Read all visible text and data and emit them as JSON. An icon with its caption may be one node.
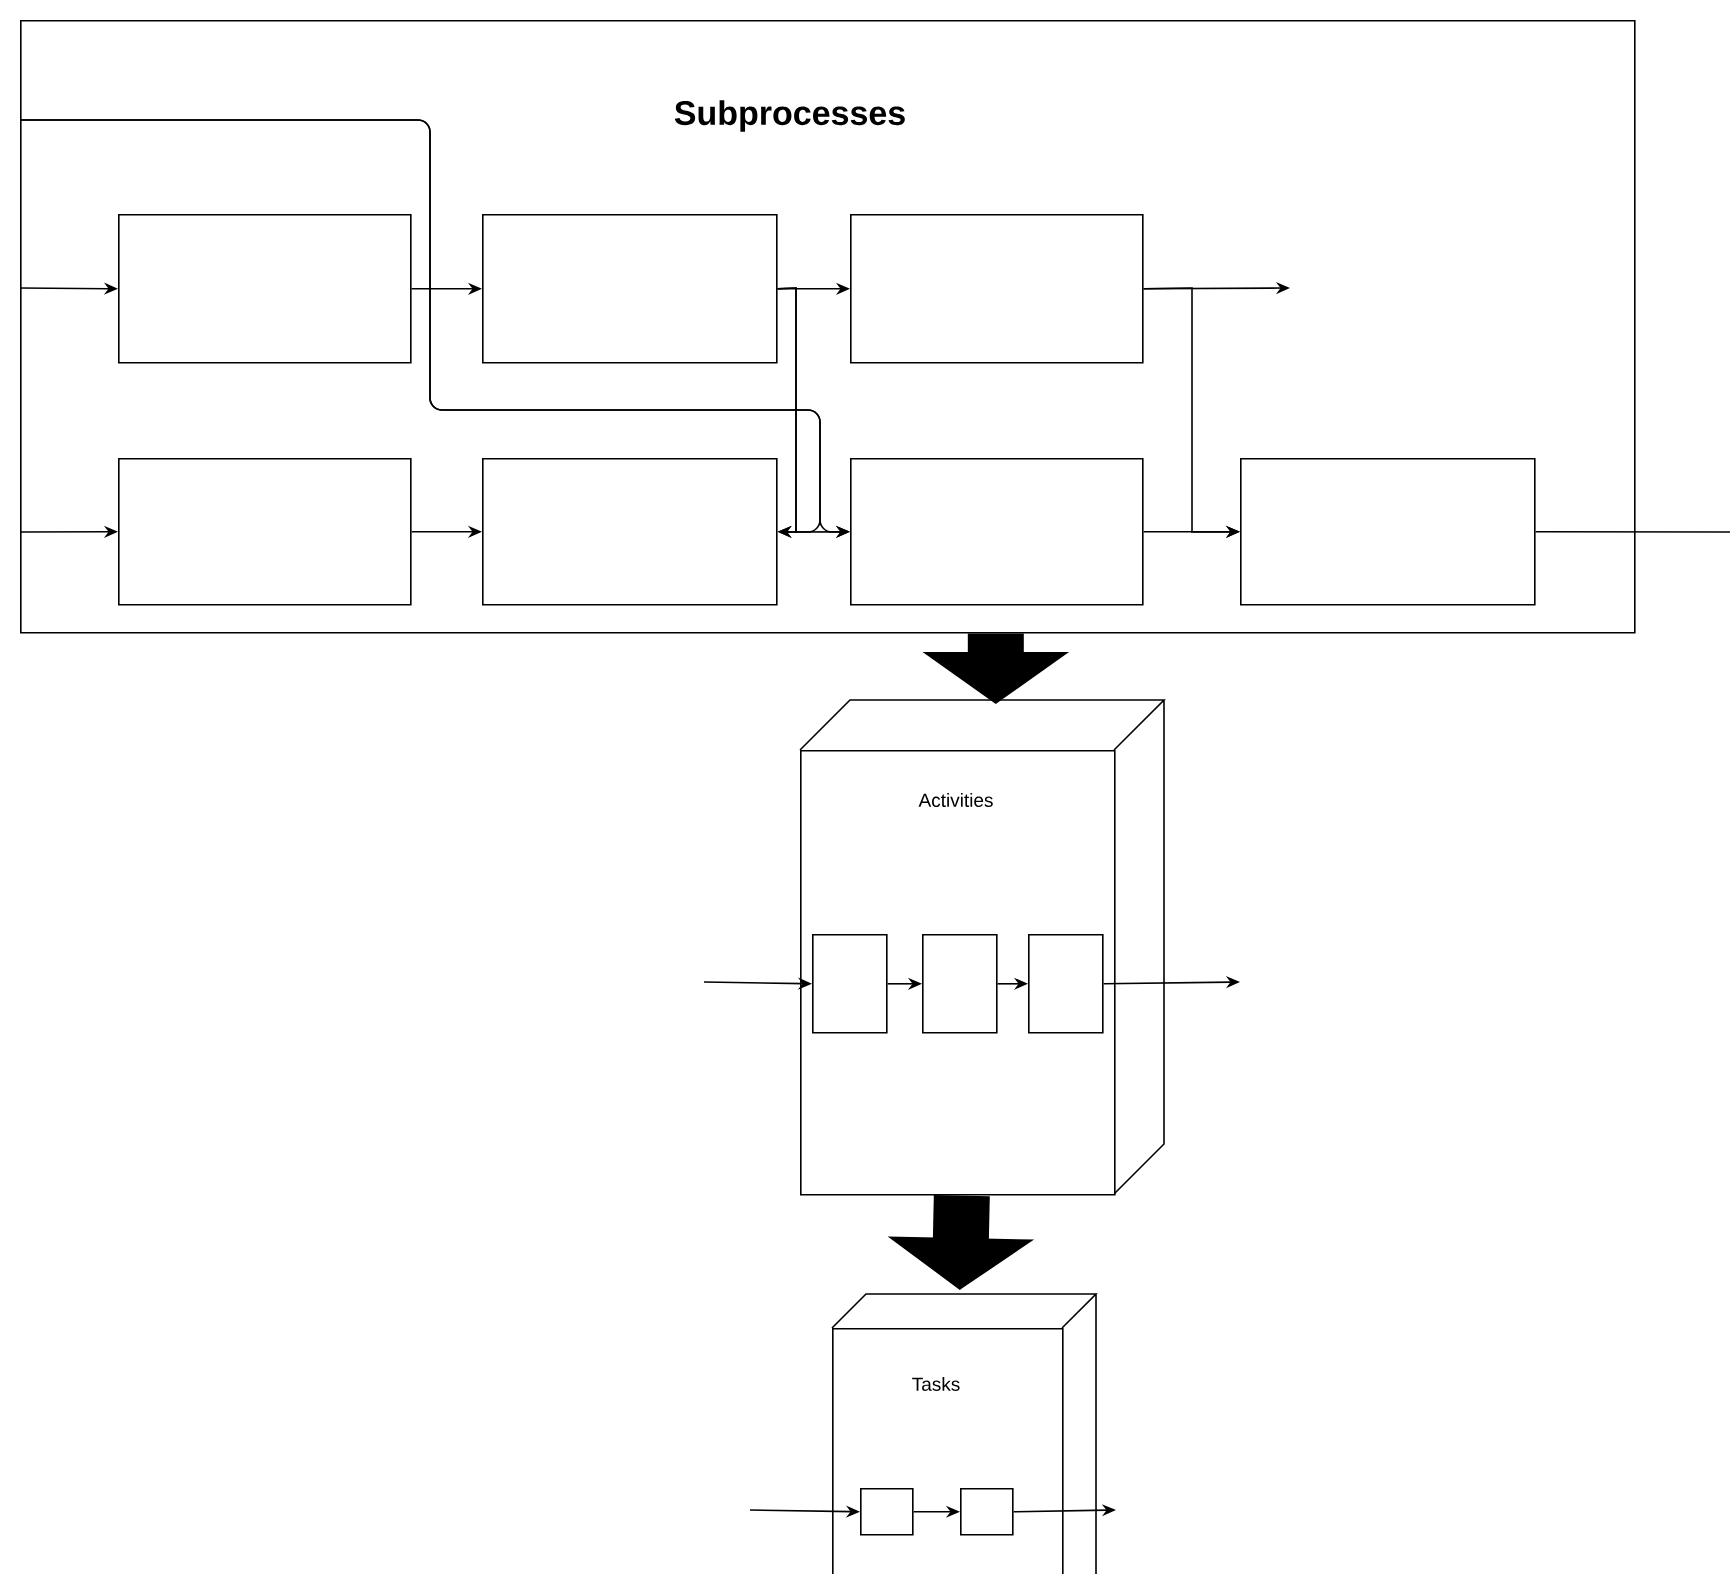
{
  "diagram": {
    "nodes": [
      {
        "text": [
          "Subprocesses"
        ]
      },
      {
        "text": [],
        "shape": "box",
        "in": 0
      },
      {
        "text": [],
        "shape": "box",
        "in": 0
      },
      {
        "text": [],
        "shape": "box",
        "in": 0
      },
      {
        "text": [],
        "shape": "box",
        "in": 0
      },
      {
        "text": [],
        "shape": "box",
        "in": 0
      },
      {
        "text": [],
        "shape": "box",
        "in": 0
      },
      {
        "text": [],
        "shape": "box",
        "in": 0
      },
      {
        "text": [
          "Activities"
        ]
      },
      {
        "text": [],
        "shape": "box",
        "in": 8
      },
      {
        "text": [],
        "shape": "box",
        "in": 8
      },
      {
        "text": [],
        "shape": "box",
        "in": 8
      },
      {
        "text": [
          "Tasks"
        ]
      },
      {
        "text": [],
        "shape": "box",
        "in": 12
      },
      {
        "text": [],
        "shape": "box",
        "in": 12
      }
    ],
    "edges": [
      {
        "from": null,
        "to": 1,
        "arrow": "to"
      },
      {
        "from": 1,
        "to": 2,
        "arrow": "to"
      },
      {
        "from": 2,
        "to": 3,
        "arrow": "to"
      },
      {
        "from": 3,
        "to": null,
        "arrow": "to"
      },
      {
        "from": null,
        "to": 4,
        "arrow": "to"
      },
      {
        "from": 4,
        "to": 5,
        "arrow": "to"
      },
      {
        "from": 2,
        "to": 5,
        "arrow": "to"
      },
      {
        "from": 2,
        "to": 6,
        "arrow": "to"
      },
      {
        "from": null,
        "to": 5,
        "arrow": "to"
      },
      {
        "from": null,
        "to": 6,
        "arrow": "to"
      },
      {
        "from": 3,
        "to": 7,
        "arrow": "to"
      },
      {
        "from": 6,
        "to": 7,
        "arrow": "to"
      },
      {
        "from": 7,
        "to": null,
        "arrow": "none"
      },
      {
        "from": 0,
        "to": 8,
        "arrow": "to",
        "style": "thick"
      },
      {
        "from": 8,
        "to": 12,
        "arrow": "to",
        "style": "thick"
      },
      {
        "from": null,
        "to": 9,
        "arrow": "to"
      },
      {
        "from": 9,
        "to": 10,
        "arrow": "to"
      },
      {
        "from": 10,
        "to": 11,
        "arrow": "to"
      },
      {
        "from": 11,
        "to": null,
        "arrow": "to"
      },
      {
        "from": null,
        "to": 13,
        "arrow": "to"
      },
      {
        "from": 13,
        "to": 14,
        "arrow": "to"
      },
      {
        "from": 14,
        "to": null,
        "arrow": "to"
      }
    ]
  }
}
